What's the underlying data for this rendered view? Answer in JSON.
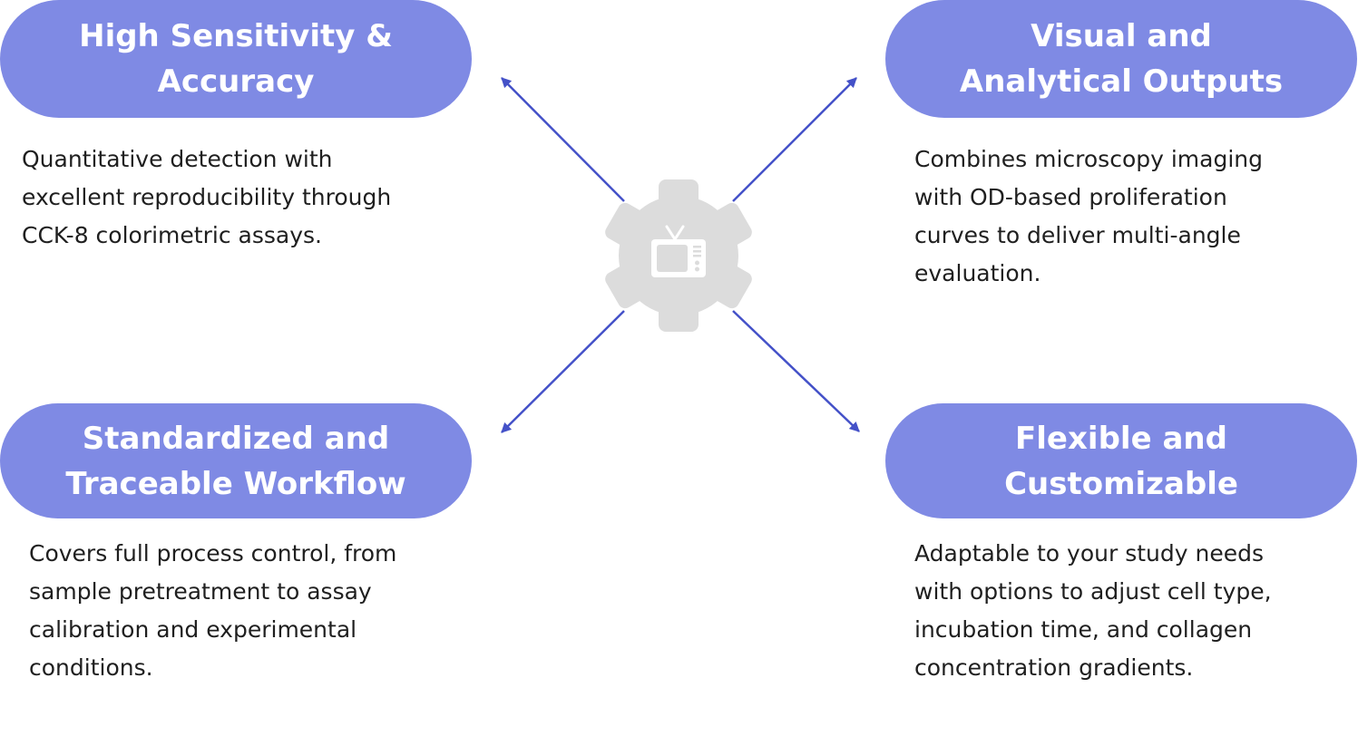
{
  "colors": {
    "pill": "#7f8ae4",
    "arrow": "#4451c8",
    "gear": "#dcdcdc",
    "text": "#1f1f1f"
  },
  "center": {
    "icon": "gear-icon",
    "inner_icon": "tv-icon"
  },
  "features": {
    "top_left": {
      "title": "High Sensitivity &\nAccuracy",
      "description": "Quantitative detection with\nexcellent reproducibility through\nCCK-8 colorimetric assays."
    },
    "top_right": {
      "title": "Visual and\nAnalytical Outputs",
      "description": "Combines microscopy imaging\nwith OD-based proliferation\ncurves to deliver multi-angle\nevaluation."
    },
    "bottom_left": {
      "title": "Standardized and\nTraceable Workflow",
      "description": "Covers full process control, from\nsample pretreatment to assay\ncalibration and experimental\nconditions."
    },
    "bottom_right": {
      "title": "Flexible and\nCustomizable",
      "description": "Adaptable to your study needs\nwith options to adjust cell type,\nincubation time, and collagen\nconcentration gradients."
    }
  }
}
